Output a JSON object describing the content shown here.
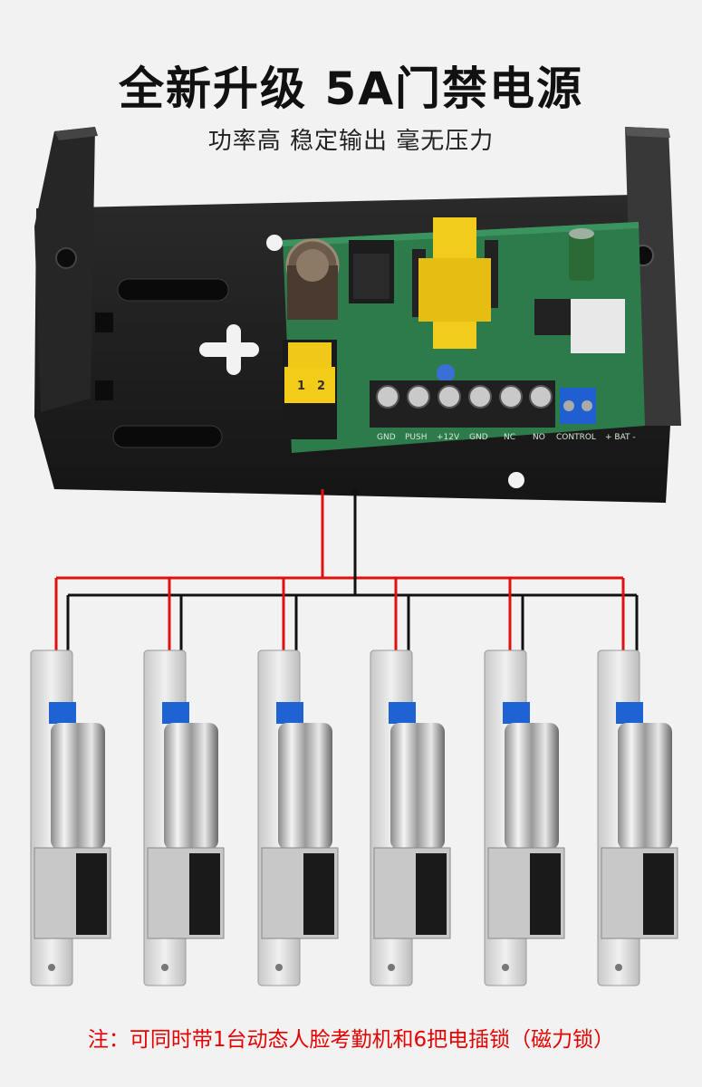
{
  "title": "全新升级  5A门禁电源",
  "subtitle": "功率高  稳定输出  毫无压力",
  "note": "注：可同时带1台动态人脸考勤机和6把电插锁（磁力锁）",
  "terminals": [
    "GND",
    "PUSH",
    "+12V",
    "GND",
    "NC",
    "NO",
    "CONTROL",
    "+ BAT -"
  ],
  "fuse_numbers": [
    "1",
    "2"
  ],
  "lock_count": 6,
  "colors": {
    "wire_positive": "#e01010",
    "wire_negative": "#111111",
    "pcb": "#2d7a4a",
    "chassis": "#1e1e1e",
    "note_text": "#e60000"
  }
}
